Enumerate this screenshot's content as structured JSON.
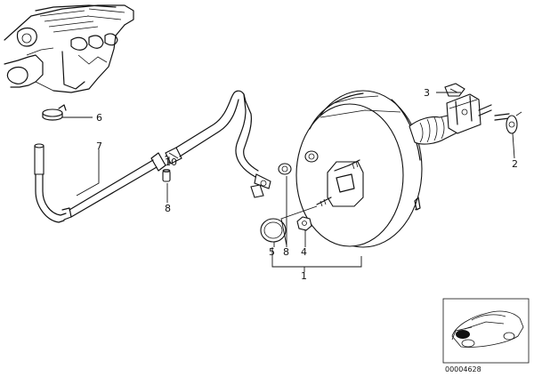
{
  "diagram": {
    "document_number": "00004628",
    "callouts": {
      "item_1": "1",
      "item_2": "2",
      "item_3": "3",
      "item_4": "4",
      "item_5": "5",
      "item_6": "6",
      "item_7": "7",
      "item_8": "8",
      "item_8b": "8",
      "item_10": "10"
    },
    "parts": [
      "brake-booster",
      "clevis-pin-bracket",
      "lock-clip",
      "nut",
      "seal-ring",
      "hose-clamp",
      "vacuum-hose",
      "grommet",
      "check-valve",
      "intake-manifold"
    ]
  }
}
